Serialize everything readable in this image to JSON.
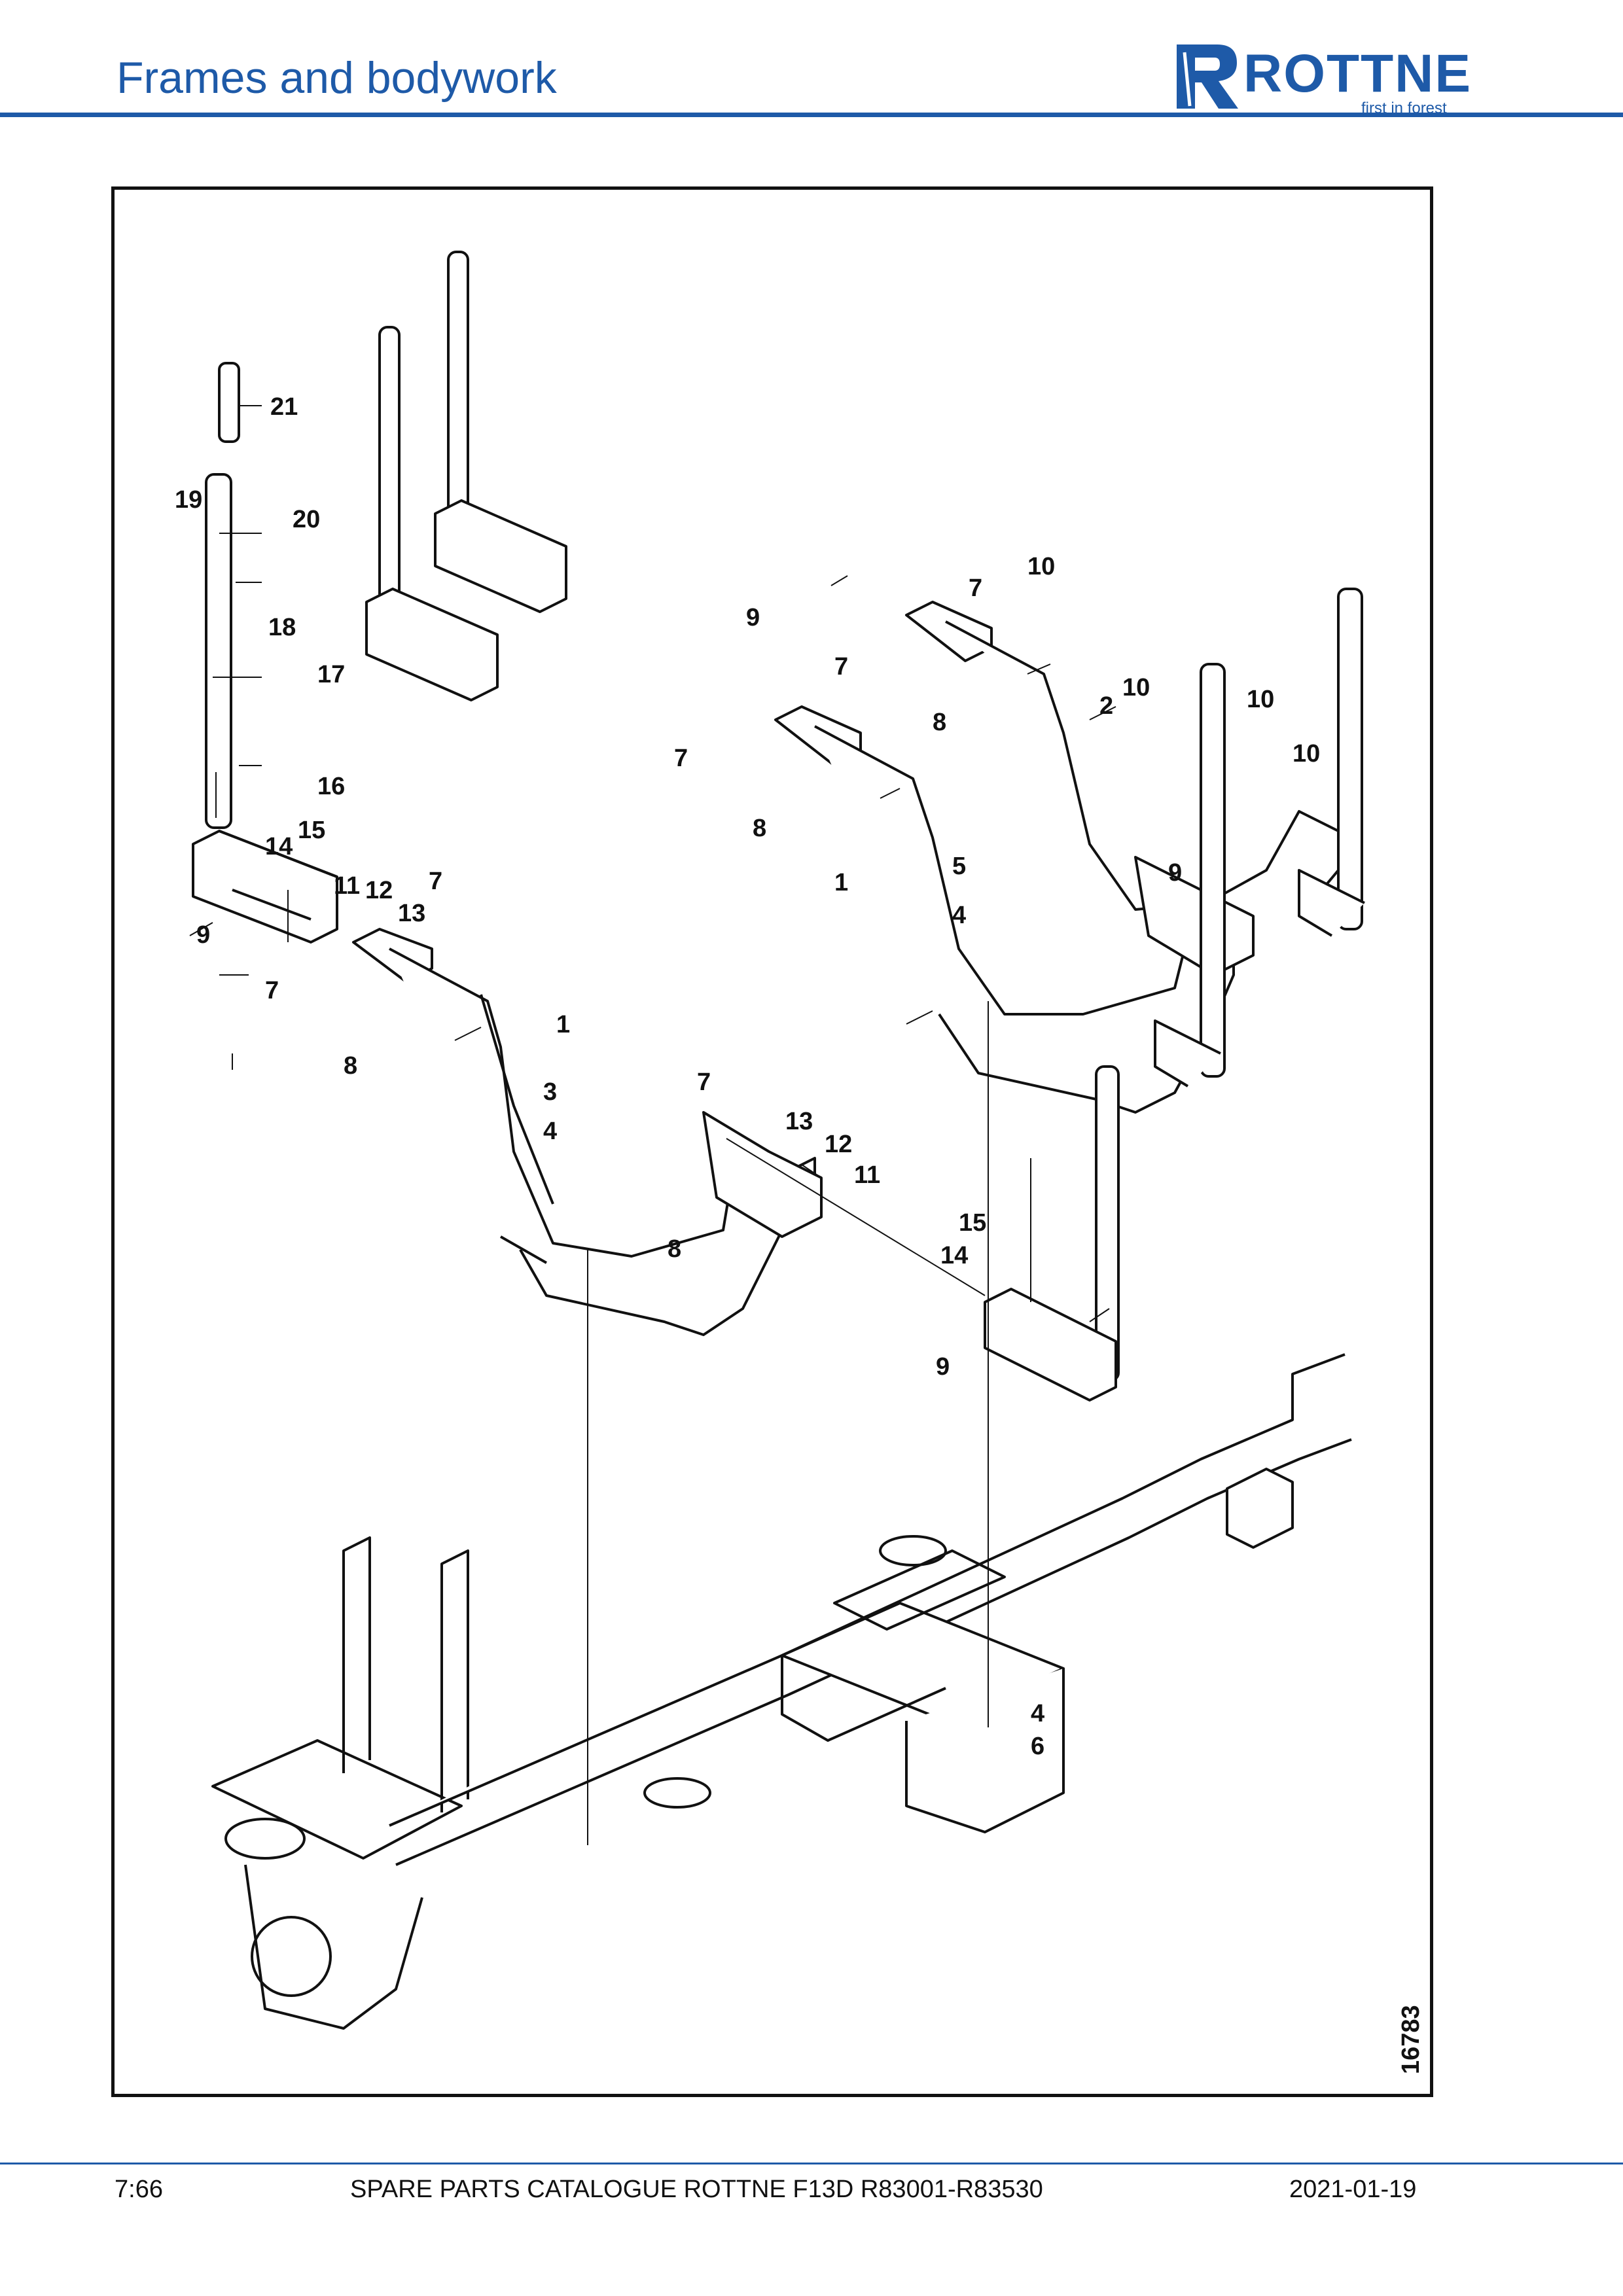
{
  "header": {
    "title": "Frames and bodywork",
    "logo_text": "ROTTNE",
    "logo_tagline": "first in forest"
  },
  "drawing": {
    "drawing_number": "16783",
    "callouts": [
      "21",
      "19",
      "20",
      "18",
      "17",
      "16",
      "14",
      "15",
      "11",
      "12",
      "13",
      "7",
      "9",
      "7",
      "8",
      "1",
      "3",
      "4",
      "7",
      "13",
      "12",
      "11",
      "8",
      "15",
      "14",
      "9",
      "10",
      "7",
      "9",
      "7",
      "8",
      "2",
      "10",
      "10",
      "10",
      "7",
      "8",
      "5",
      "1",
      "4",
      "9",
      "4",
      "6"
    ]
  },
  "footer": {
    "page": "7:66",
    "catalogue": "SPARE PARTS CATALOGUE ROTTNE F13D R83001-R83530",
    "date": "2021-01-19"
  },
  "colors": {
    "brand_blue": "#1e5aa8",
    "line": "#111111"
  }
}
